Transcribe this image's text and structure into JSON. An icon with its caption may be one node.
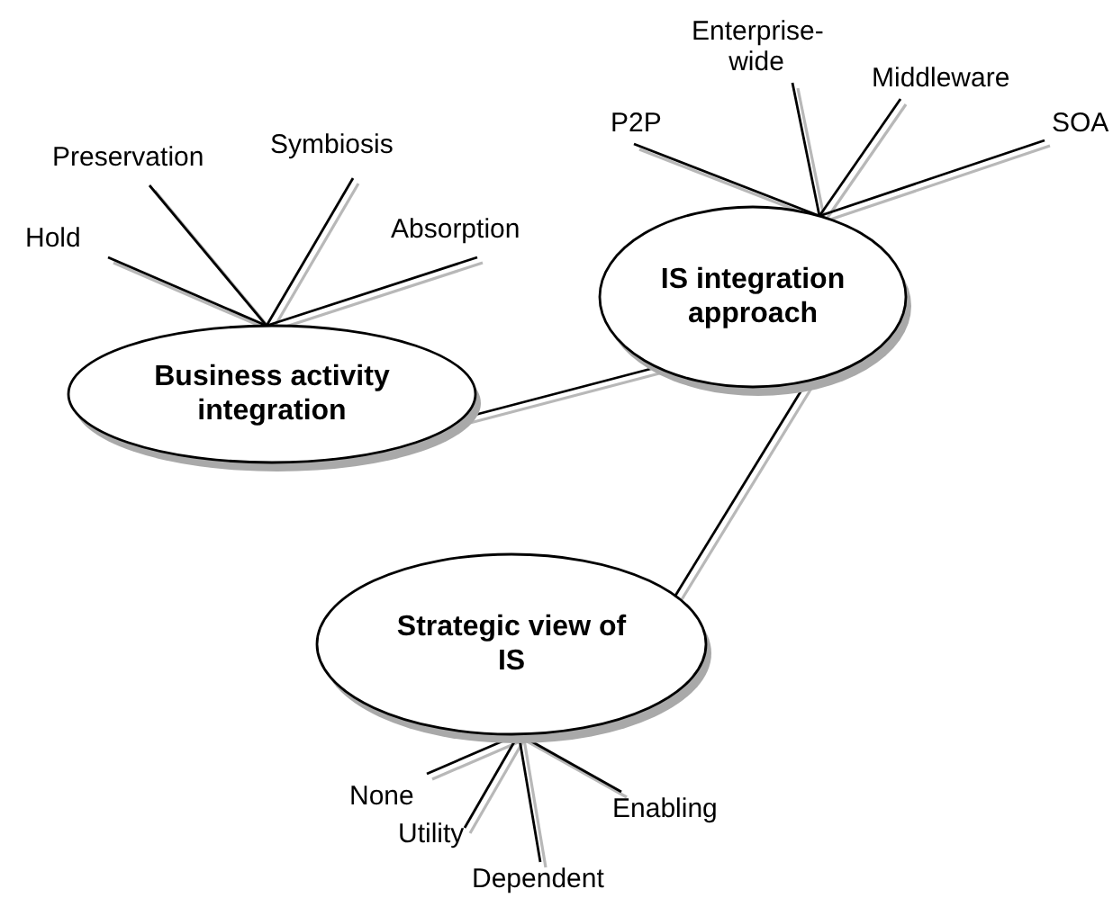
{
  "diagram": {
    "nodes": [
      {
        "text": [
          "Business activity integration"
        ]
      },
      {
        "text": [
          "IS integration approach"
        ]
      },
      {
        "text": [
          "Strategic view of IS"
        ]
      },
      {
        "text": [
          "Hold"
        ]
      },
      {
        "text": [
          "Preservation"
        ]
      },
      {
        "text": [
          "Symbiosis"
        ]
      },
      {
        "text": [
          "Absorption"
        ]
      },
      {
        "text": [
          "P2P"
        ]
      },
      {
        "text": [
          "Enterprise-wide"
        ]
      },
      {
        "text": [
          "Middleware"
        ]
      },
      {
        "text": [
          "SOA"
        ]
      },
      {
        "text": [
          "None"
        ]
      },
      {
        "text": [
          "Utility"
        ]
      },
      {
        "text": [
          "Dependent"
        ]
      },
      {
        "text": [
          "Enabling"
        ]
      }
    ],
    "edges": [
      {
        "from": 0,
        "to": 1,
        "arrow": "none"
      },
      {
        "from": 1,
        "to": 2,
        "arrow": "none"
      },
      {
        "from": 3,
        "to": 0,
        "arrow": "none"
      },
      {
        "from": 4,
        "to": 0,
        "arrow": "none"
      },
      {
        "from": 5,
        "to": 0,
        "arrow": "none"
      },
      {
        "from": 6,
        "to": 0,
        "arrow": "none"
      },
      {
        "from": 7,
        "to": 1,
        "arrow": "none"
      },
      {
        "from": 8,
        "to": 1,
        "arrow": "none"
      },
      {
        "from": 9,
        "to": 1,
        "arrow": "none"
      },
      {
        "from": 10,
        "to": 1,
        "arrow": "none"
      },
      {
        "from": 11,
        "to": 2,
        "arrow": "none"
      },
      {
        "from": 12,
        "to": 2,
        "arrow": "none"
      },
      {
        "from": 13,
        "to": 2,
        "arrow": "none"
      },
      {
        "from": 14,
        "to": 2,
        "arrow": "none"
      }
    ]
  }
}
